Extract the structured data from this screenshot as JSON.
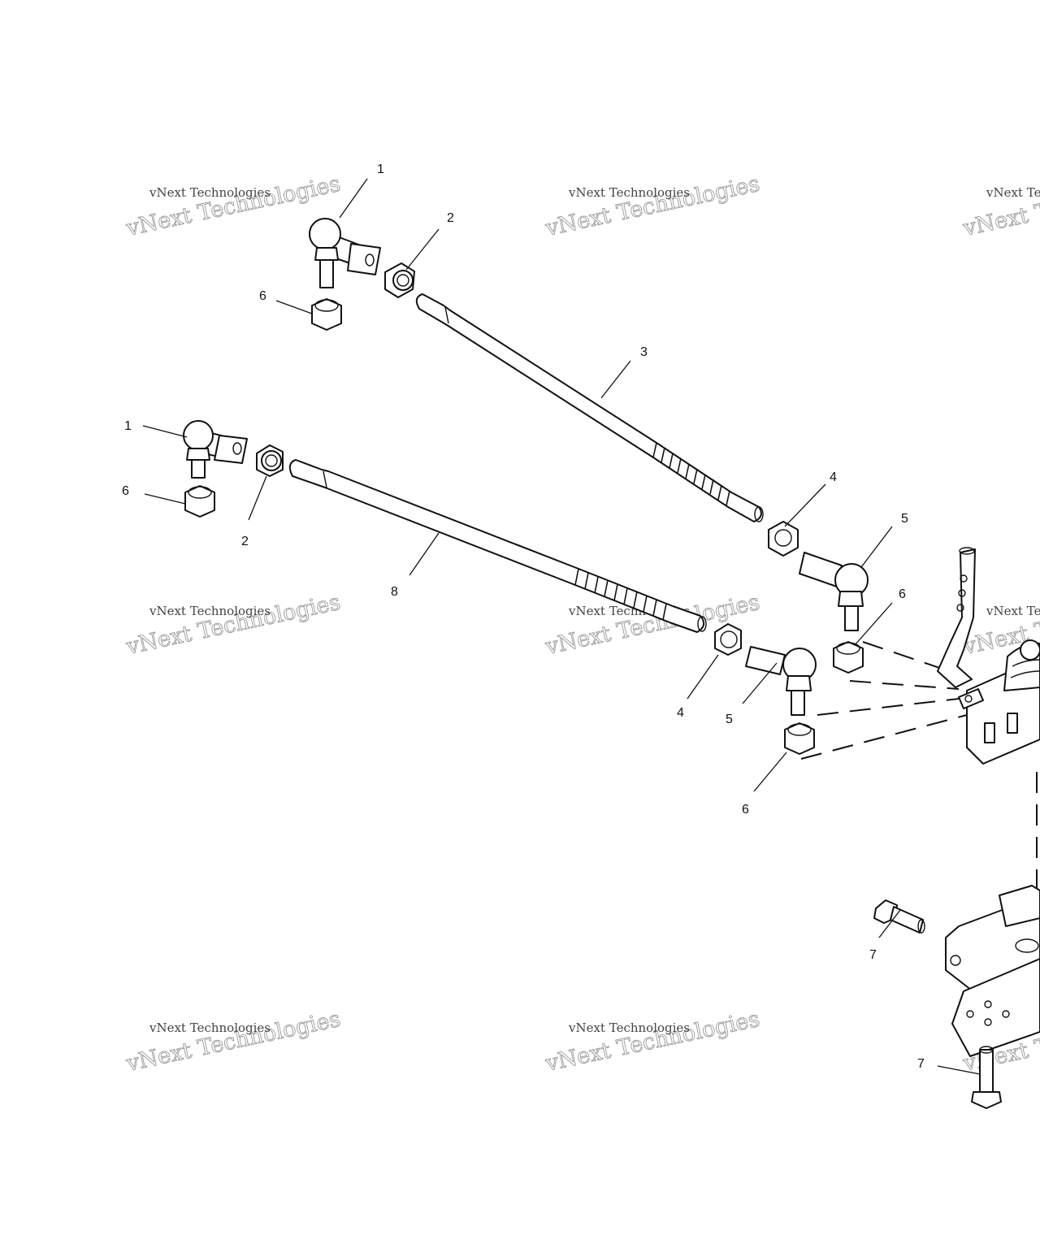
{
  "diagram": {
    "callouts": [
      "1",
      "2",
      "6",
      "3",
      "1",
      "6",
      "2",
      "8",
      "4",
      "5",
      "6",
      "4",
      "5",
      "6",
      "7",
      "7"
    ]
  },
  "watermark": {
    "small_text": "vNext Technologies",
    "large_text": "vNext Technologies"
  }
}
